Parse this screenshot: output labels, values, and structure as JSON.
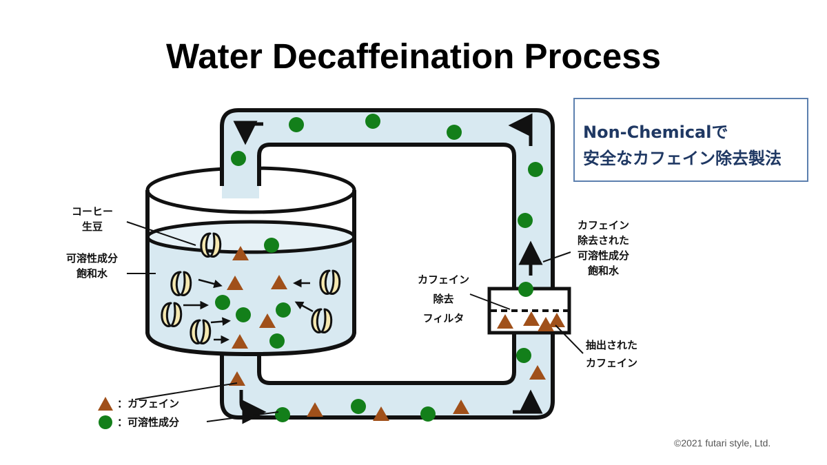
{
  "title": "Water Decaffeination Process",
  "callout": {
    "line1": "Non-Chemicalで",
    "line2": "安全なカフェイン除去製法"
  },
  "labels": {
    "coffee_beans": [
      "コーヒー",
      "生豆"
    ],
    "saturated_water": [
      "可溶性成分",
      "飽和水"
    ],
    "filter": [
      "カフェイン",
      "除去",
      "フィルタ"
    ],
    "decaf_water": [
      "カフェイン",
      "除去された",
      "可溶性成分",
      "飽和水"
    ],
    "extracted_caffeine": [
      "抽出された",
      "カフェイン"
    ]
  },
  "legend": {
    "caffeine": "：カフェイン",
    "soluble": "：可溶性成分"
  },
  "colors": {
    "water": "#d8e9f1",
    "caffeine": "#a0501a",
    "soluble": "#137f1a",
    "bean": "#f5e8b0",
    "callout_border": "#5b7fae",
    "callout_text": "#1f3863"
  },
  "icons": {
    "caffeine": "brown-triangle",
    "soluble": "green-circle",
    "bean": "coffee-bean"
  },
  "copyright": "©2021 futari style, Ltd."
}
